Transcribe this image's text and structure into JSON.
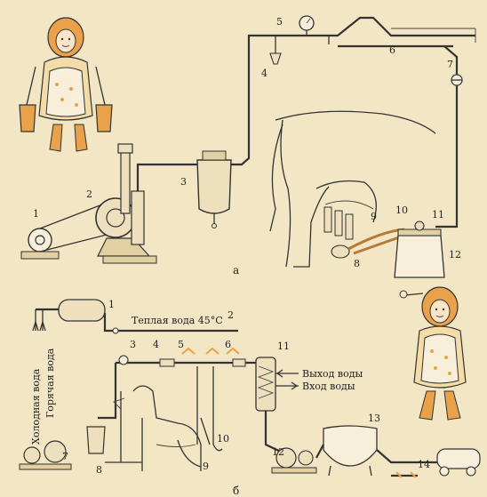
{
  "diagram": {
    "part_a": {
      "caption": "а",
      "callouts": [
        "1",
        "2",
        "3",
        "4",
        "5",
        "6",
        "7",
        "8",
        "9",
        "10",
        "11",
        "12"
      ]
    },
    "part_b": {
      "caption": "б",
      "callouts": [
        "1",
        "2",
        "3",
        "4",
        "5",
        "6",
        "7",
        "8",
        "9",
        "10",
        "11",
        "12",
        "13",
        "14"
      ],
      "warm_water_label": "Теплая вода 45°C",
      "cold_water_label": "Холодная вода",
      "hot_water_label": "Горячая вода",
      "water_out_label": "Выход воды",
      "water_in_label": "Вход воды"
    }
  },
  "colors": {
    "background": "#f3e6c5",
    "line": "#333333",
    "accent": "#e9a24a",
    "hose": "#b7793a"
  },
  "icons": [
    "milkmaid-with-pails-figure",
    "milkmaid-waving-figure",
    "cow-figure",
    "calf-figure",
    "vacuum-gauge-icon"
  ]
}
